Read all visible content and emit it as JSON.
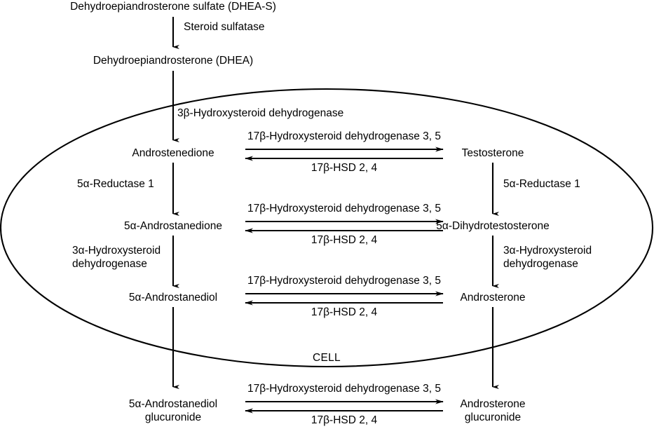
{
  "diagram": {
    "title_hidden": "Androgen metabolism pathway",
    "cell_label": "CELL",
    "nodes": {
      "dheas": "Dehydroepiandrosterone sulfate (DHEA-S)",
      "dhea": "Dehydroepiandrosterone (DHEA)",
      "androstenedione": "Androstenedione",
      "testosterone": "Testosterone",
      "androstanedione": "5α-Androstanedione",
      "dht": "5α-Dihydrotestosterone",
      "androstanediol": "5α-Androstanediol",
      "androsterone": "Androsterone",
      "androstanediol_gluc_line1": "5α-Androstanediol",
      "androstanediol_gluc_line2": "glucuronide",
      "androsterone_gluc_line1": "Androsterone",
      "androsterone_gluc_line2": "glucuronide"
    },
    "enzymes": {
      "steroid_sulfatase": "Steroid sulfatase",
      "hsd3b": "3β-Hydroxysteroid dehydrogenase",
      "reductase_left": "5α-Reductase 1",
      "reductase_right": "5α-Reductase 1",
      "hsd3a_left_line1": "3α-Hydroxysteroid",
      "hsd3a_left_line2": "dehydrogenase",
      "hsd3a_right_line1": "3α-Hydroxysteroid",
      "hsd3a_right_line2": "dehydrogenase",
      "hsd17_forward": "17β-Hydroxysteroid dehydrogenase 3, 5",
      "hsd17_reverse": "17β-HSD 2, 4"
    },
    "colors": {
      "stroke": "#000000",
      "background": "#ffffff"
    }
  }
}
